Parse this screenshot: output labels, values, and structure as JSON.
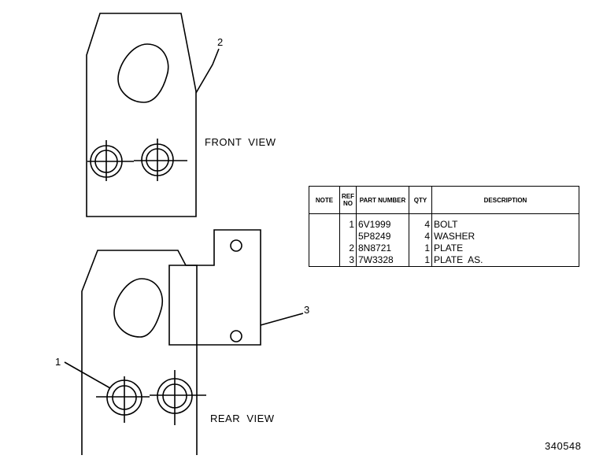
{
  "labels": {
    "front_view": "FRONT  VIEW",
    "rear_view": "REAR  VIEW",
    "drawing_number": "340548"
  },
  "callouts": [
    "1",
    "2",
    "3"
  ],
  "parts_table": {
    "headers": {
      "note": "NOTE",
      "ref_no": "REF NO",
      "part_number": "PART NUMBER",
      "qty": "QTY",
      "description": "DESCRIPTION"
    },
    "rows": [
      {
        "note": "",
        "ref": "1",
        "part": "6V1999",
        "qty": "4",
        "desc": "BOLT"
      },
      {
        "note": "",
        "ref": "",
        "part": "5P8249",
        "qty": "4",
        "desc": "WASHER"
      },
      {
        "note": "",
        "ref": "2",
        "part": "8N8721",
        "qty": "1",
        "desc": "PLATE"
      },
      {
        "note": "",
        "ref": "3",
        "part": "7W3328",
        "qty": "1",
        "desc": "PLATE  AS."
      }
    ]
  }
}
